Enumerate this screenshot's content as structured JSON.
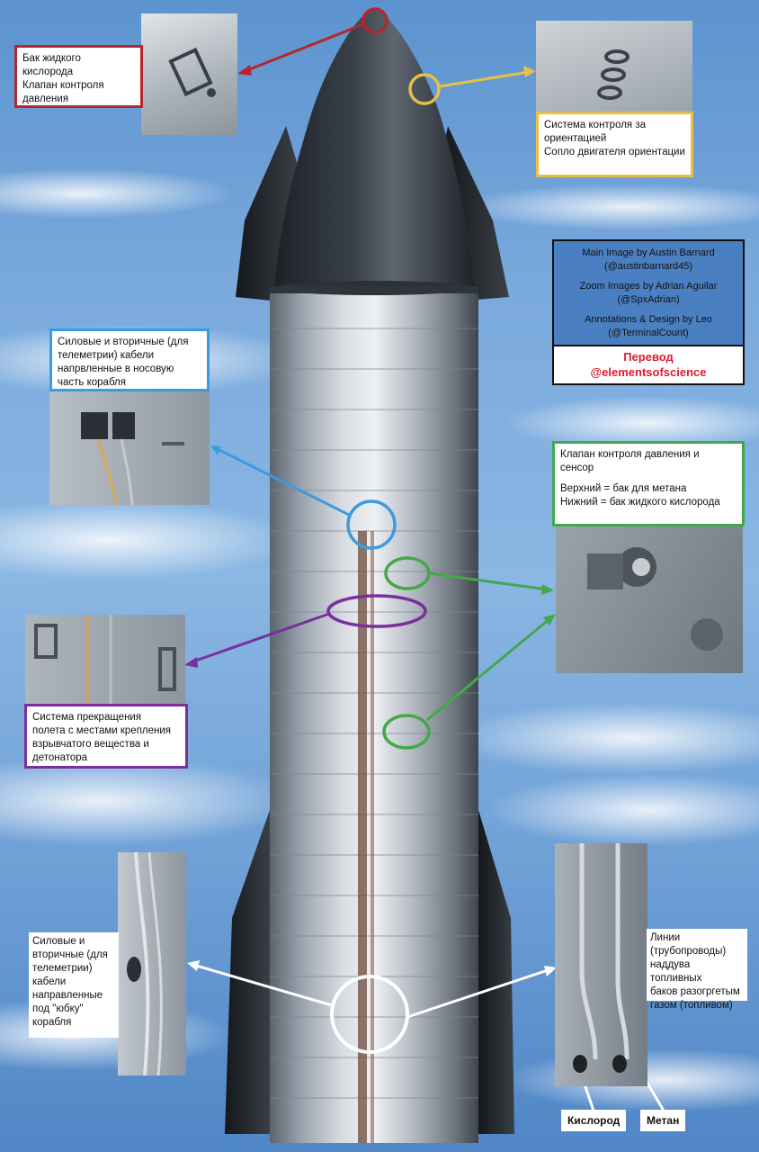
{
  "labels": {
    "lox_tank": [
      "Бак жидкого",
      "кислорода",
      "Клапан контроля",
      "давления"
    ],
    "rcs": [
      "Система контроля за",
      "ориентацией",
      "Сопло двигателя ориентации"
    ],
    "nose_cables": [
      "Силовые и вторичные (для",
      "телеметрии) кабели",
      "напрвленные в носовую",
      "часть корабля"
    ],
    "pressure_valve": [
      "Клапан контроля давления и",
      "сенсор",
      "",
      "Верхний = бак для метана",
      "Нижний = бак жидкого кислорода"
    ],
    "fts": [
      "Система прекращения",
      "полета с местами крепления",
      "взрывчатого вещества и",
      "детонатора"
    ],
    "skirt_cables": [
      "Силовые и",
      "вторичные (для",
      "телеметрии)",
      "кабели",
      "направленные",
      "под \"юбку\"",
      "корабля"
    ],
    "pressurization_lines": [
      "Линии",
      "(трубопроводы)",
      "наддува топливных",
      "баков разогргетым",
      "газом (топливом)"
    ],
    "oxygen": "Кислород",
    "methane": "Метан"
  },
  "credits": {
    "main_image": [
      "Main Image by Austin Barnard",
      "(@austinbarnard45)"
    ],
    "zoom_images": [
      "Zoom Images by Adrian Aguilar",
      "(@SpxAdrian)"
    ],
    "annotations": [
      "Annotations & Design by Leo",
      "(@TerminalCount)"
    ],
    "translation": [
      "Перевод",
      "@elementsofscience"
    ]
  },
  "colors": {
    "red": "#b5262d",
    "yellow": "#e8c047",
    "blue": "#3b9be0",
    "green": "#43a84a",
    "purple": "#7a2f9c",
    "white": "#ffffff",
    "credit_blue": "#4a7fc1",
    "sky": "#6fa0d6"
  }
}
